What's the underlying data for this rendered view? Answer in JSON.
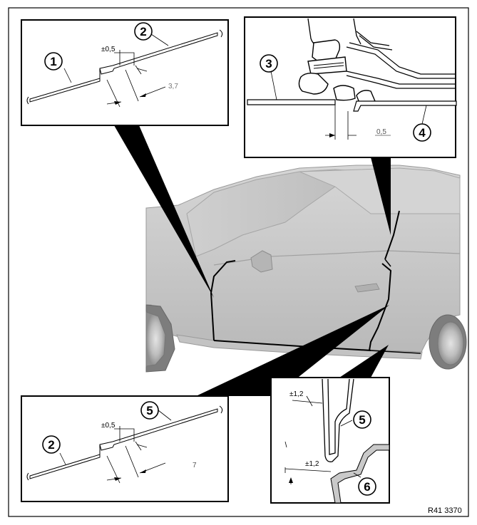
{
  "figure": {
    "reference": "R41 3370",
    "callouts": [
      {
        "id": "callout-1",
        "text": "1"
      },
      {
        "id": "callout-2a",
        "text": "2"
      },
      {
        "id": "callout-3",
        "text": "3"
      },
      {
        "id": "callout-4",
        "text": "4"
      },
      {
        "id": "callout-2b",
        "text": "2"
      },
      {
        "id": "callout-5a",
        "text": "5"
      },
      {
        "id": "callout-5b",
        "text": "5"
      },
      {
        "id": "callout-6",
        "text": "6"
      }
    ],
    "dimensions": {
      "top_left_step": "±0,5",
      "top_left_gap": "3,7",
      "top_right_gap": "0,5",
      "bottom_left_step": "±0,5",
      "bottom_left_gap": "7",
      "bottom_right_upper": "±1,2",
      "bottom_right_lower": "±1,2"
    }
  }
}
